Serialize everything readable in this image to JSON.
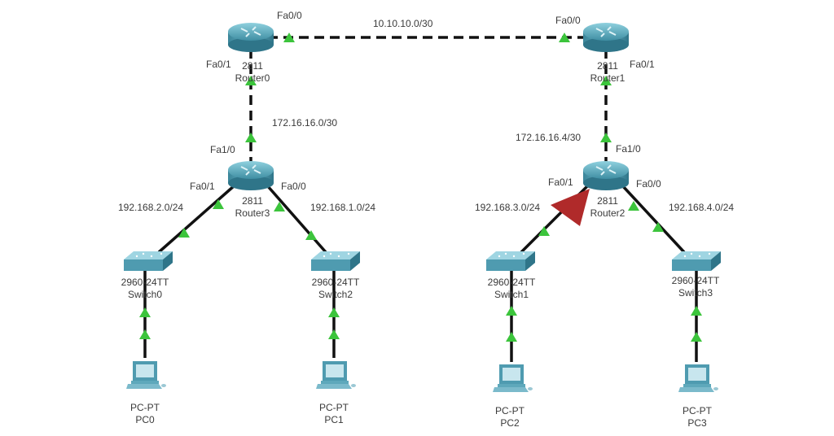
{
  "colors": {
    "link": "#111111",
    "link_up": "#3cc43c",
    "link_down": "#b02a2a",
    "device": "#4f9bb0"
  },
  "networks": {
    "wan": "10.10.10.0/30",
    "r0_r3": "172.16.16.0/30",
    "r1_r2": "172.16.16.4/30",
    "r3_lan1": "192.168.2.0/24",
    "r3_lan2": "192.168.1.0/24",
    "r2_lan1": "192.168.3.0/24",
    "r2_lan2": "192.168.4.0/24"
  },
  "routers": [
    {
      "name": "Router0",
      "model": "2811",
      "icon": "router-icon",
      "ports": [
        "Fa0/0",
        "Fa0/1"
      ]
    },
    {
      "name": "Router1",
      "model": "2811",
      "icon": "router-icon",
      "ports": [
        "Fa0/0",
        "Fa0/1"
      ]
    },
    {
      "name": "Router3",
      "model": "2811",
      "icon": "router-icon",
      "ports": [
        "Fa1/0",
        "Fa0/1",
        "Fa0/0"
      ]
    },
    {
      "name": "Router2",
      "model": "2811",
      "icon": "router-icon",
      "ports": [
        "Fa1/0",
        "Fa0/1",
        "Fa0/0"
      ]
    }
  ],
  "switches": [
    {
      "name": "Switch0",
      "model": "2960-24TT",
      "icon": "switch-icon"
    },
    {
      "name": "Switch2",
      "model": "2960-24TT",
      "icon": "switch-icon"
    },
    {
      "name": "Switch1",
      "model": "2960-24TT",
      "icon": "switch-icon"
    },
    {
      "name": "Switch3",
      "model": "2960-24TT",
      "icon": "switch-icon"
    }
  ],
  "pcs": [
    {
      "name": "PC0",
      "model": "PC-PT",
      "icon": "pc-icon"
    },
    {
      "name": "PC1",
      "model": "PC-PT",
      "icon": "pc-icon"
    },
    {
      "name": "PC2",
      "model": "PC-PT",
      "icon": "pc-icon"
    },
    {
      "name": "PC3",
      "model": "PC-PT",
      "icon": "pc-icon"
    }
  ]
}
